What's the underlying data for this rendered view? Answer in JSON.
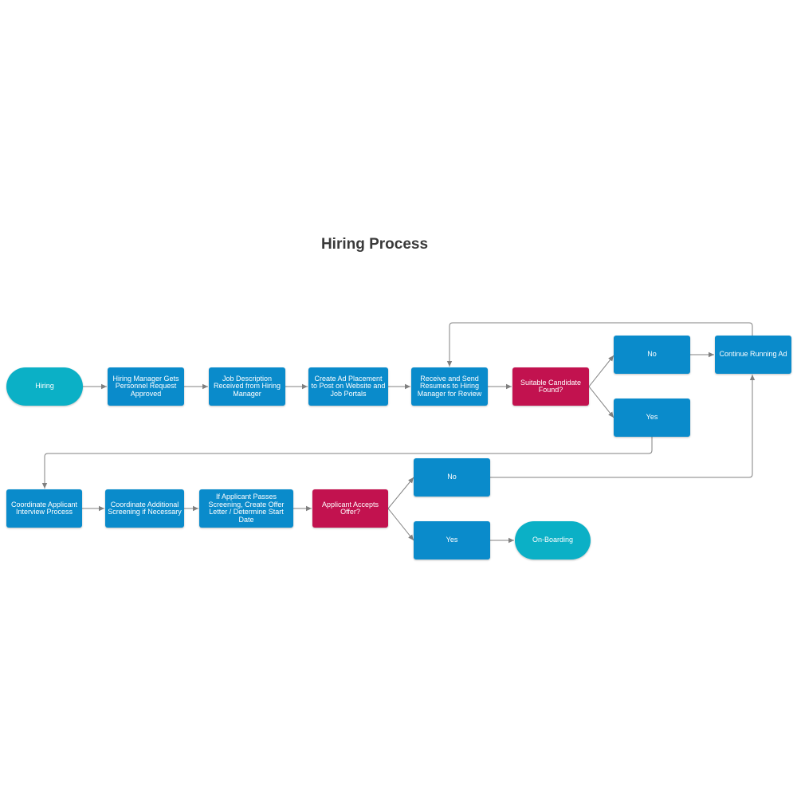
{
  "title": "Hiring Process",
  "colors": {
    "process": "#0a8bcb",
    "decision": "#c2124f",
    "terminal": "#0bb0c6",
    "connector": "#808080"
  },
  "nodes": {
    "hiring": "Hiring",
    "personnel_request": "Hiring Manager Gets Personnel Request Approved",
    "job_description": "Job Description Received from Hiring Manager",
    "ad_placement": "Create Ad Placement to Post on Website and Job Portals",
    "receive_resumes": "Receive and Send Resumes to Hiring Manager for Review",
    "suitable_candidate": "Suitable Candidate Found?",
    "no_1": "No",
    "yes_1": "Yes",
    "continue_ad": "Continue Running Ad",
    "coordinate_interview": "Coordinate Applicant Interview Process",
    "coordinate_screening": "Coordinate Additional Screening if Necessary",
    "offer_letter": "If Applicant Passes Screening, Create Offer Letter / Determine Start Date",
    "applicant_accepts": "Applicant Accepts Offer?",
    "no_2": "No",
    "yes_2": "Yes",
    "onboarding": "On-Boarding"
  }
}
